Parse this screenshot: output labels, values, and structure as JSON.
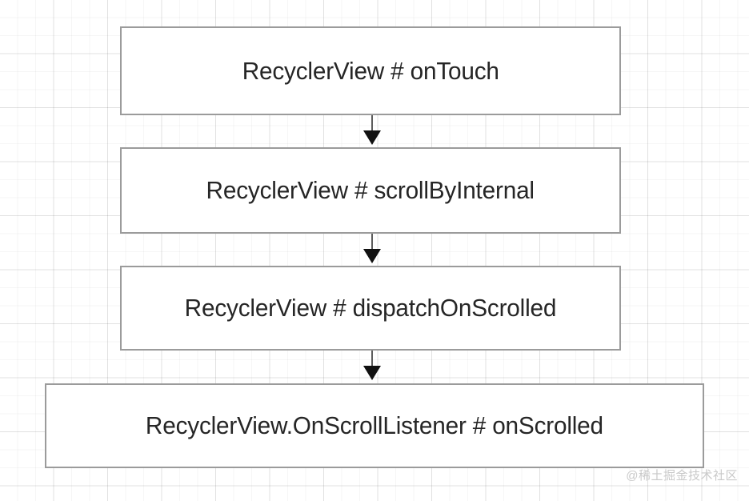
{
  "diagram": {
    "type": "flowchart",
    "orientation": "top-to-bottom",
    "background": "grid-paper",
    "node_border_color": "#9b9b9b",
    "node_fill_color": "#ffffff",
    "text_color": "#262626",
    "arrow_color": "#111111",
    "connector_color": "#5d5d5d",
    "nodes": [
      {
        "id": "node-1",
        "label": "RecyclerView # onTouch"
      },
      {
        "id": "node-2",
        "label": "RecyclerView # scrollByInternal"
      },
      {
        "id": "node-3",
        "label": "RecyclerView # dispatchOnScrolled"
      },
      {
        "id": "node-4",
        "label": "RecyclerView.OnScrollListener # onScrolled"
      }
    ],
    "edges": [
      {
        "id": "edge-1",
        "from": "node-1",
        "to": "node-2",
        "arrow": "down-arrow"
      },
      {
        "id": "edge-2",
        "from": "node-2",
        "to": "node-3",
        "arrow": "down-arrow"
      },
      {
        "id": "edge-3",
        "from": "node-3",
        "to": "node-4",
        "arrow": "down-arrow"
      }
    ]
  },
  "watermark": {
    "text": "@稀土掘金技术社区",
    "color": "#c9c9c9"
  }
}
